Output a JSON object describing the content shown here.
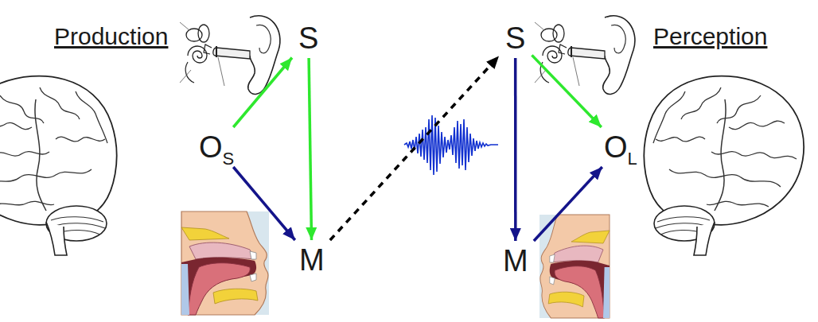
{
  "diagram": {
    "nodes": [
      {
        "text": [
          "S"
        ]
      },
      {
        "text": [
          "O",
          "S"
        ]
      },
      {
        "text": [
          "M"
        ]
      },
      {
        "text": [
          "S"
        ]
      },
      {
        "text": [
          "O",
          "L"
        ]
      },
      {
        "text": [
          "M"
        ]
      }
    ],
    "edges": [
      {
        "from": 1,
        "to": 0,
        "arrow": "to"
      },
      {
        "from": 0,
        "to": 2,
        "arrow": "to"
      },
      {
        "from": 1,
        "to": 2,
        "arrow": "to"
      },
      {
        "from": 2,
        "to": 3,
        "arrow": "to"
      },
      {
        "from": 3,
        "to": 4,
        "arrow": "to"
      },
      {
        "from": 3,
        "to": 5,
        "arrow": "to"
      },
      {
        "from": 5,
        "to": 4,
        "arrow": "to"
      }
    ],
    "labels": [
      "Production",
      "Perception"
    ]
  }
}
